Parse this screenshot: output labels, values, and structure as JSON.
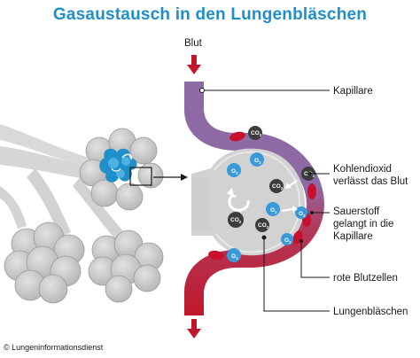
{
  "title": "Gasaustausch in den Lungenbläschen",
  "labels": {
    "blut": "Blut",
    "kapillare": "Kapillare",
    "kohlendioxid_1": "Kohlendioxid",
    "kohlendioxid_2": "verlässt das Blut",
    "sauerstoff_1": "Sauerstoff",
    "sauerstoff_2": "gelangt in die",
    "sauerstoff_3": "Kapillare",
    "rote_blutzellen": "rote Blutzellen",
    "lungenblaeschen": "Lungenbläschen"
  },
  "molecules": {
    "co2": "CO",
    "co2_sub": "2",
    "o2": "O",
    "o2_sub": "2"
  },
  "copyright": "© Lungeninformationsdienst",
  "colors": {
    "title": "#1f8fc9",
    "vessel_venous": "#8d6aa3",
    "vessel_arterial": "#c0182a",
    "alveolus_grey": "#c8c8c8",
    "oxygen_blue": "#3a9ad9",
    "co2_dark": "#3c3c3c",
    "red_cell": "#c8102e"
  }
}
